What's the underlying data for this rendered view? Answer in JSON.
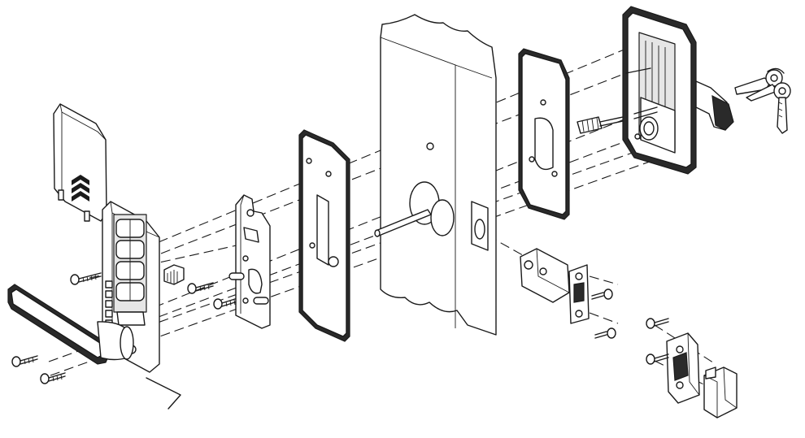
{
  "figure": {
    "subject": "exploded-assembly-drawing",
    "colors": {
      "line": "#1a1a1a",
      "fill": "#ffffff",
      "shade": "#e6e6e6"
    },
    "parts": [
      {
        "name": "battery-cover"
      },
      {
        "name": "exterior-keypad-assembly"
      },
      {
        "name": "exterior-lever"
      },
      {
        "name": "exterior-mounting-plate"
      },
      {
        "name": "exterior-gasket"
      },
      {
        "name": "door-panel"
      },
      {
        "name": "spindle"
      },
      {
        "name": "interior-gasket"
      },
      {
        "name": "interior-assembly"
      },
      {
        "name": "interior-lever"
      },
      {
        "name": "keys"
      },
      {
        "name": "latch-bolt"
      },
      {
        "name": "strike-plate"
      },
      {
        "name": "strike-box"
      },
      {
        "name": "hex-wrench"
      },
      {
        "name": "wire-connector"
      },
      {
        "name": "mounting-screws"
      }
    ]
  }
}
